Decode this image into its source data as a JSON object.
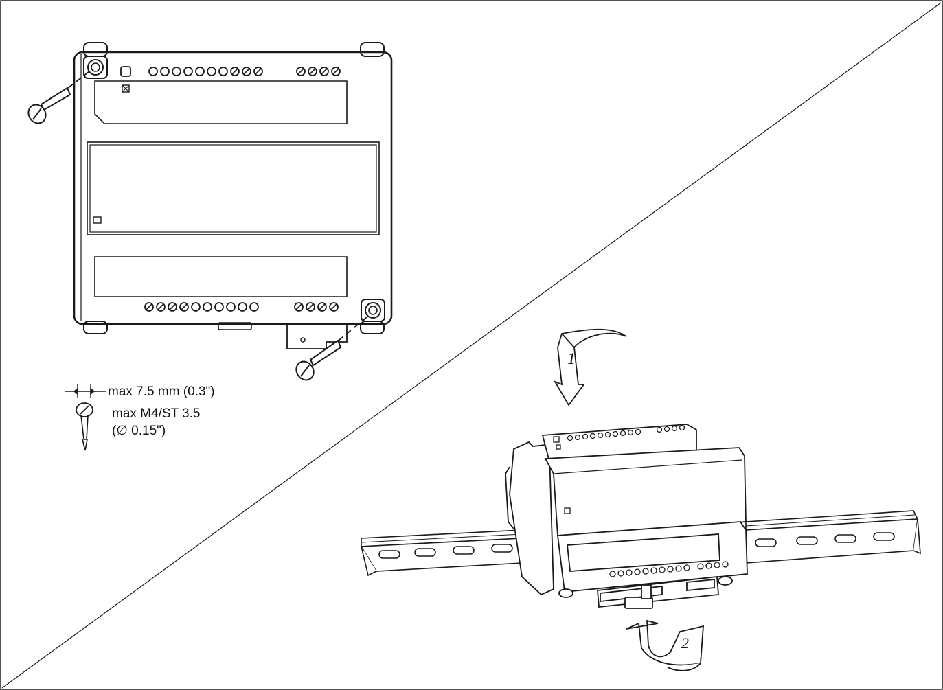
{
  "screw_spec": {
    "max_head_width": "max 7.5 mm (0.3\")",
    "max_screw_size": "max M4/ST 3.5",
    "max_diameter": "(∅ 0.15\")"
  },
  "din_rail_steps": {
    "step_1": "1",
    "step_2": "2"
  },
  "colors": {
    "line": "#1a1a1a",
    "background": "#ffffff",
    "shade": "#cfcfcf"
  },
  "icons": [
    "screw-icon",
    "curved-arrow-icon",
    "din-rail",
    "controller-unit"
  ]
}
